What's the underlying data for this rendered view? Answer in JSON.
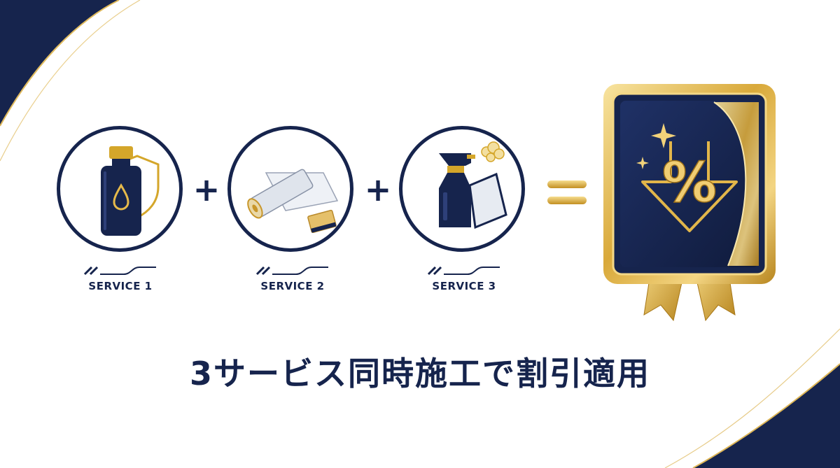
{
  "services": [
    {
      "label": "SERVICE 1",
      "icon": "coating-bottle-shield-icon"
    },
    {
      "label": "SERVICE 2",
      "icon": "film-roll-squeegee-icon"
    },
    {
      "label": "SERVICE 3",
      "icon": "spray-bottle-cloth-icon"
    }
  ],
  "operators": {
    "plus": "+"
  },
  "badge": {
    "symbol": "%",
    "icon": "discount-badge-icon"
  },
  "headline": "3サービス同時施工で割引適用",
  "colors": {
    "navy": "#16244d",
    "gold": "#d4a62a",
    "gold_light": "#f2d27a",
    "white": "#ffffff"
  }
}
